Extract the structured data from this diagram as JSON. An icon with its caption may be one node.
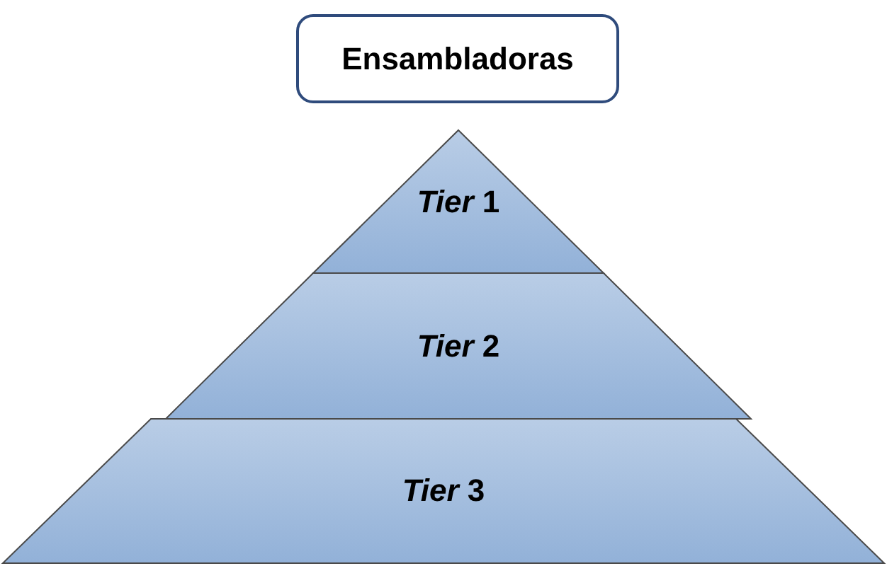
{
  "diagram": {
    "nodes": [
      {
        "text": [
          "Ensambladoras"
        ]
      },
      {
        "text": [
          "*Tier* 1"
        ]
      },
      {
        "text": [
          "*Tier* 2"
        ]
      },
      {
        "text": [
          "*Tier* 3"
        ]
      }
    ]
  }
}
